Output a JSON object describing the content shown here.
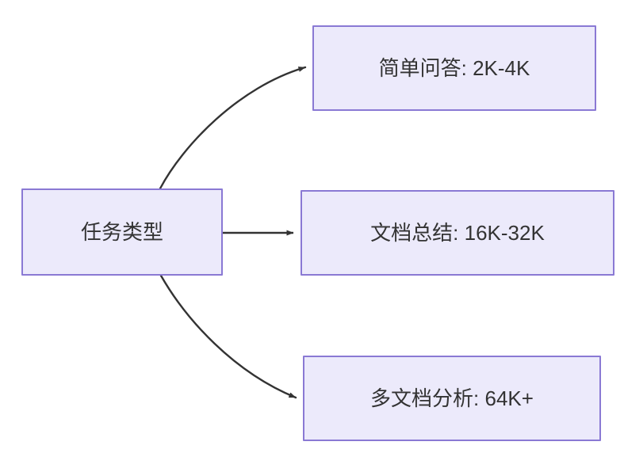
{
  "diagram": {
    "type": "flowchart",
    "direction": "left-to-right",
    "background_color": "#FFFFFF",
    "node_fill_color": "#ECEAFB",
    "node_border_color": "#8A79D4",
    "node_text_color": "#333333",
    "edge_color": "#333333",
    "source_node": {
      "id": "task-type",
      "label": "任务类型"
    },
    "target_nodes": [
      {
        "id": "simple-qa",
        "label": "简单问答: 2K-4K"
      },
      {
        "id": "doc-summary",
        "label": "文档总结: 16K-32K"
      },
      {
        "id": "multi-doc-analysis",
        "label": "多文档分析: 64K+"
      }
    ],
    "edges": [
      {
        "id": "edge-to-simple-qa",
        "from": "任务类型",
        "to": "简单问答: 2K-4K",
        "style": "curved",
        "arrow": "filled-triangle"
      },
      {
        "id": "edge-to-doc-summary",
        "from": "任务类型",
        "to": "文档总结: 16K-32K",
        "style": "straight",
        "arrow": "filled-triangle"
      },
      {
        "id": "edge-to-multi-doc",
        "from": "任务类型",
        "to": "多文档分析: 64K+",
        "style": "curved",
        "arrow": "filled-triangle"
      }
    ]
  }
}
